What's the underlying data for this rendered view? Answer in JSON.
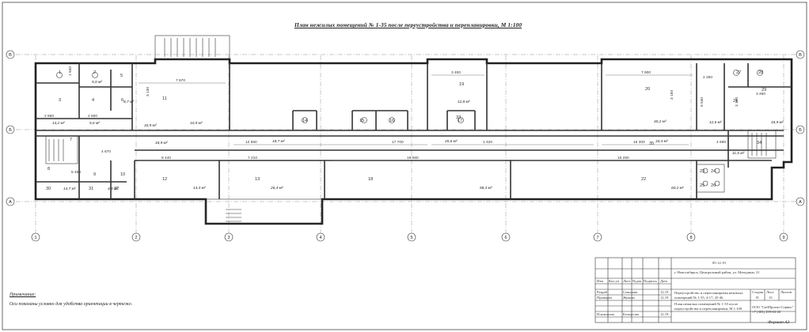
{
  "plan": {
    "title": "План нежилых помещений № 1-35 после переустройства и перепланировки, М 1:100",
    "axis_letters": [
      "В",
      "Б",
      "А"
    ],
    "axis_numbers": [
      "1",
      "2",
      "3",
      "4",
      "5",
      "6",
      "7",
      "8",
      "9"
    ],
    "rooms": [
      "1",
      "2",
      "3",
      "4",
      "5",
      "6",
      "7",
      "8",
      "9",
      "10",
      "11",
      "12",
      "13",
      "14",
      "15",
      "16",
      "17",
      "18",
      "19",
      "20",
      "21",
      "22",
      "23",
      "24",
      "25",
      "26",
      "27",
      "28",
      "29",
      "30",
      "31",
      "32",
      "33",
      "34",
      "35"
    ],
    "dimensions": [
      "7 670",
      "3 400",
      "7 900",
      "2 250",
      "3 460",
      "2 650",
      "2 600",
      "4 670",
      "5 450",
      "12 550",
      "17 700",
      "1 420",
      "16 300",
      "4 690",
      "8 440",
      "7 210",
      "19 060",
      "16 250",
      "1 930",
      "3 130",
      "3 150",
      "5 530",
      "3 150"
    ],
    "areas": [
      "5,0 м²",
      "14,2 м²",
      "10,9 м²",
      "18,9 м²",
      "18,7 м²",
      "20,6 м²",
      "12,8 м²",
      "33,4 м²",
      "11,5 м²",
      "40,2 м²",
      "13,4 м²",
      "14,7 м²",
      "4,9 м²",
      "33,9 м²",
      "26,4 м²",
      "58,3 м²",
      "60,2 м²",
      "18,9 м²",
      "12,6 м²",
      "5,6 м²",
      "8,7 м²"
    ]
  },
  "note": {
    "heading": "Примечание:",
    "text": "Оси показаны условно для удобства ориентации в чертеже."
  },
  "stamp": {
    "code": "85-12-19",
    "address": "г. Новосибирск, Центральный район, ул. Мичурина, 21",
    "header": [
      "Изм",
      "Кол.уч",
      "Лист",
      "№док",
      "Подпись",
      "Дата"
    ],
    "rows": [
      {
        "role": "Разраб",
        "name": "Соколова",
        "date": "12.19"
      },
      {
        "role": "Проверил",
        "name": "Жукова",
        "date": "12.19"
      },
      {
        "role": "Н.контроль",
        "name": "Белоусова",
        "date": "12.19"
      }
    ],
    "project": "Переустройство и перепланировка нежилых помещений № 1-35, 4-17, 45-46",
    "stage_header": [
      "Стадия",
      "Лист",
      "Листов"
    ],
    "stage": "П",
    "sheet": "15",
    "sheet_title": "План нежилых помещений № 1-35 после переустройства и перепланировки, М 1:100",
    "org": "ООО \"СибПроект-Сервис\" +7 (383) 299-63-20",
    "format": "Формат А3"
  }
}
